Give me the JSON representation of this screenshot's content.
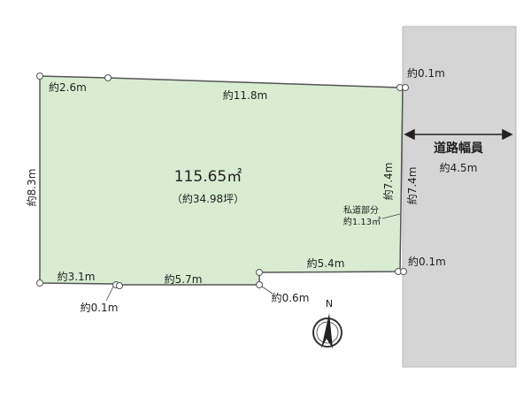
{
  "plot": {
    "area_sqm": "115.65㎡",
    "area_tsubo": "（約34.98坪）",
    "fill_color": "#d9ecd2",
    "outline_color": "#555555"
  },
  "road": {
    "title": "道路幅員",
    "width": "約4.5m",
    "color": "#d5d5d5"
  },
  "dimensions": {
    "top_left": "約2.6m",
    "top_main": "約11.8m",
    "top_right_corner": "約0.1m",
    "left_side": "約8.3m",
    "right_inner": "約7.4m",
    "right_outer": "約7.4m",
    "bottom_right_corner": "約0.1m",
    "bottom_notch_top": "約5.4m",
    "bottom_left": "約3.1m",
    "bottom_left_offset": "約0.1m",
    "bottom_middle": "約5.7m",
    "notch_offset": "約0.6m"
  },
  "private_road": {
    "title": "私道部分",
    "area": "約1.13㎡"
  },
  "compass": {
    "north_letter": "N"
  }
}
